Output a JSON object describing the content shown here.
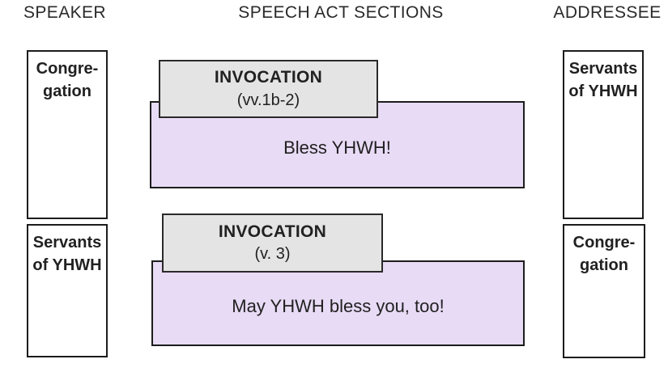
{
  "headers": {
    "speaker": "SPEAKER",
    "sections": "SPEECH ACT SECTIONS",
    "addressee": "ADDRESSEE"
  },
  "speaker_column": {
    "boxes": [
      {
        "line1": "Congre-",
        "line2": "gation"
      },
      {
        "line1": "Servants",
        "line2": "of YHWH"
      }
    ]
  },
  "addressee_column": {
    "boxes": [
      {
        "line1": "Servants",
        "line2": "of YHWH"
      },
      {
        "line1": "Congre-",
        "line2": "gation"
      }
    ]
  },
  "sections": [
    {
      "label": "INVOCATION",
      "verses": "(vv.1b-2)",
      "speech": "Bless YHWH!"
    },
    {
      "label": "INVOCATION",
      "verses": "(v. 3)",
      "speech": "May YHWH bless you, too!"
    }
  ],
  "colors": {
    "speech_bg": "#e8dbf5",
    "label_bg": "#e4e4e4",
    "border": "#1c1c1c",
    "text": "#212121"
  }
}
